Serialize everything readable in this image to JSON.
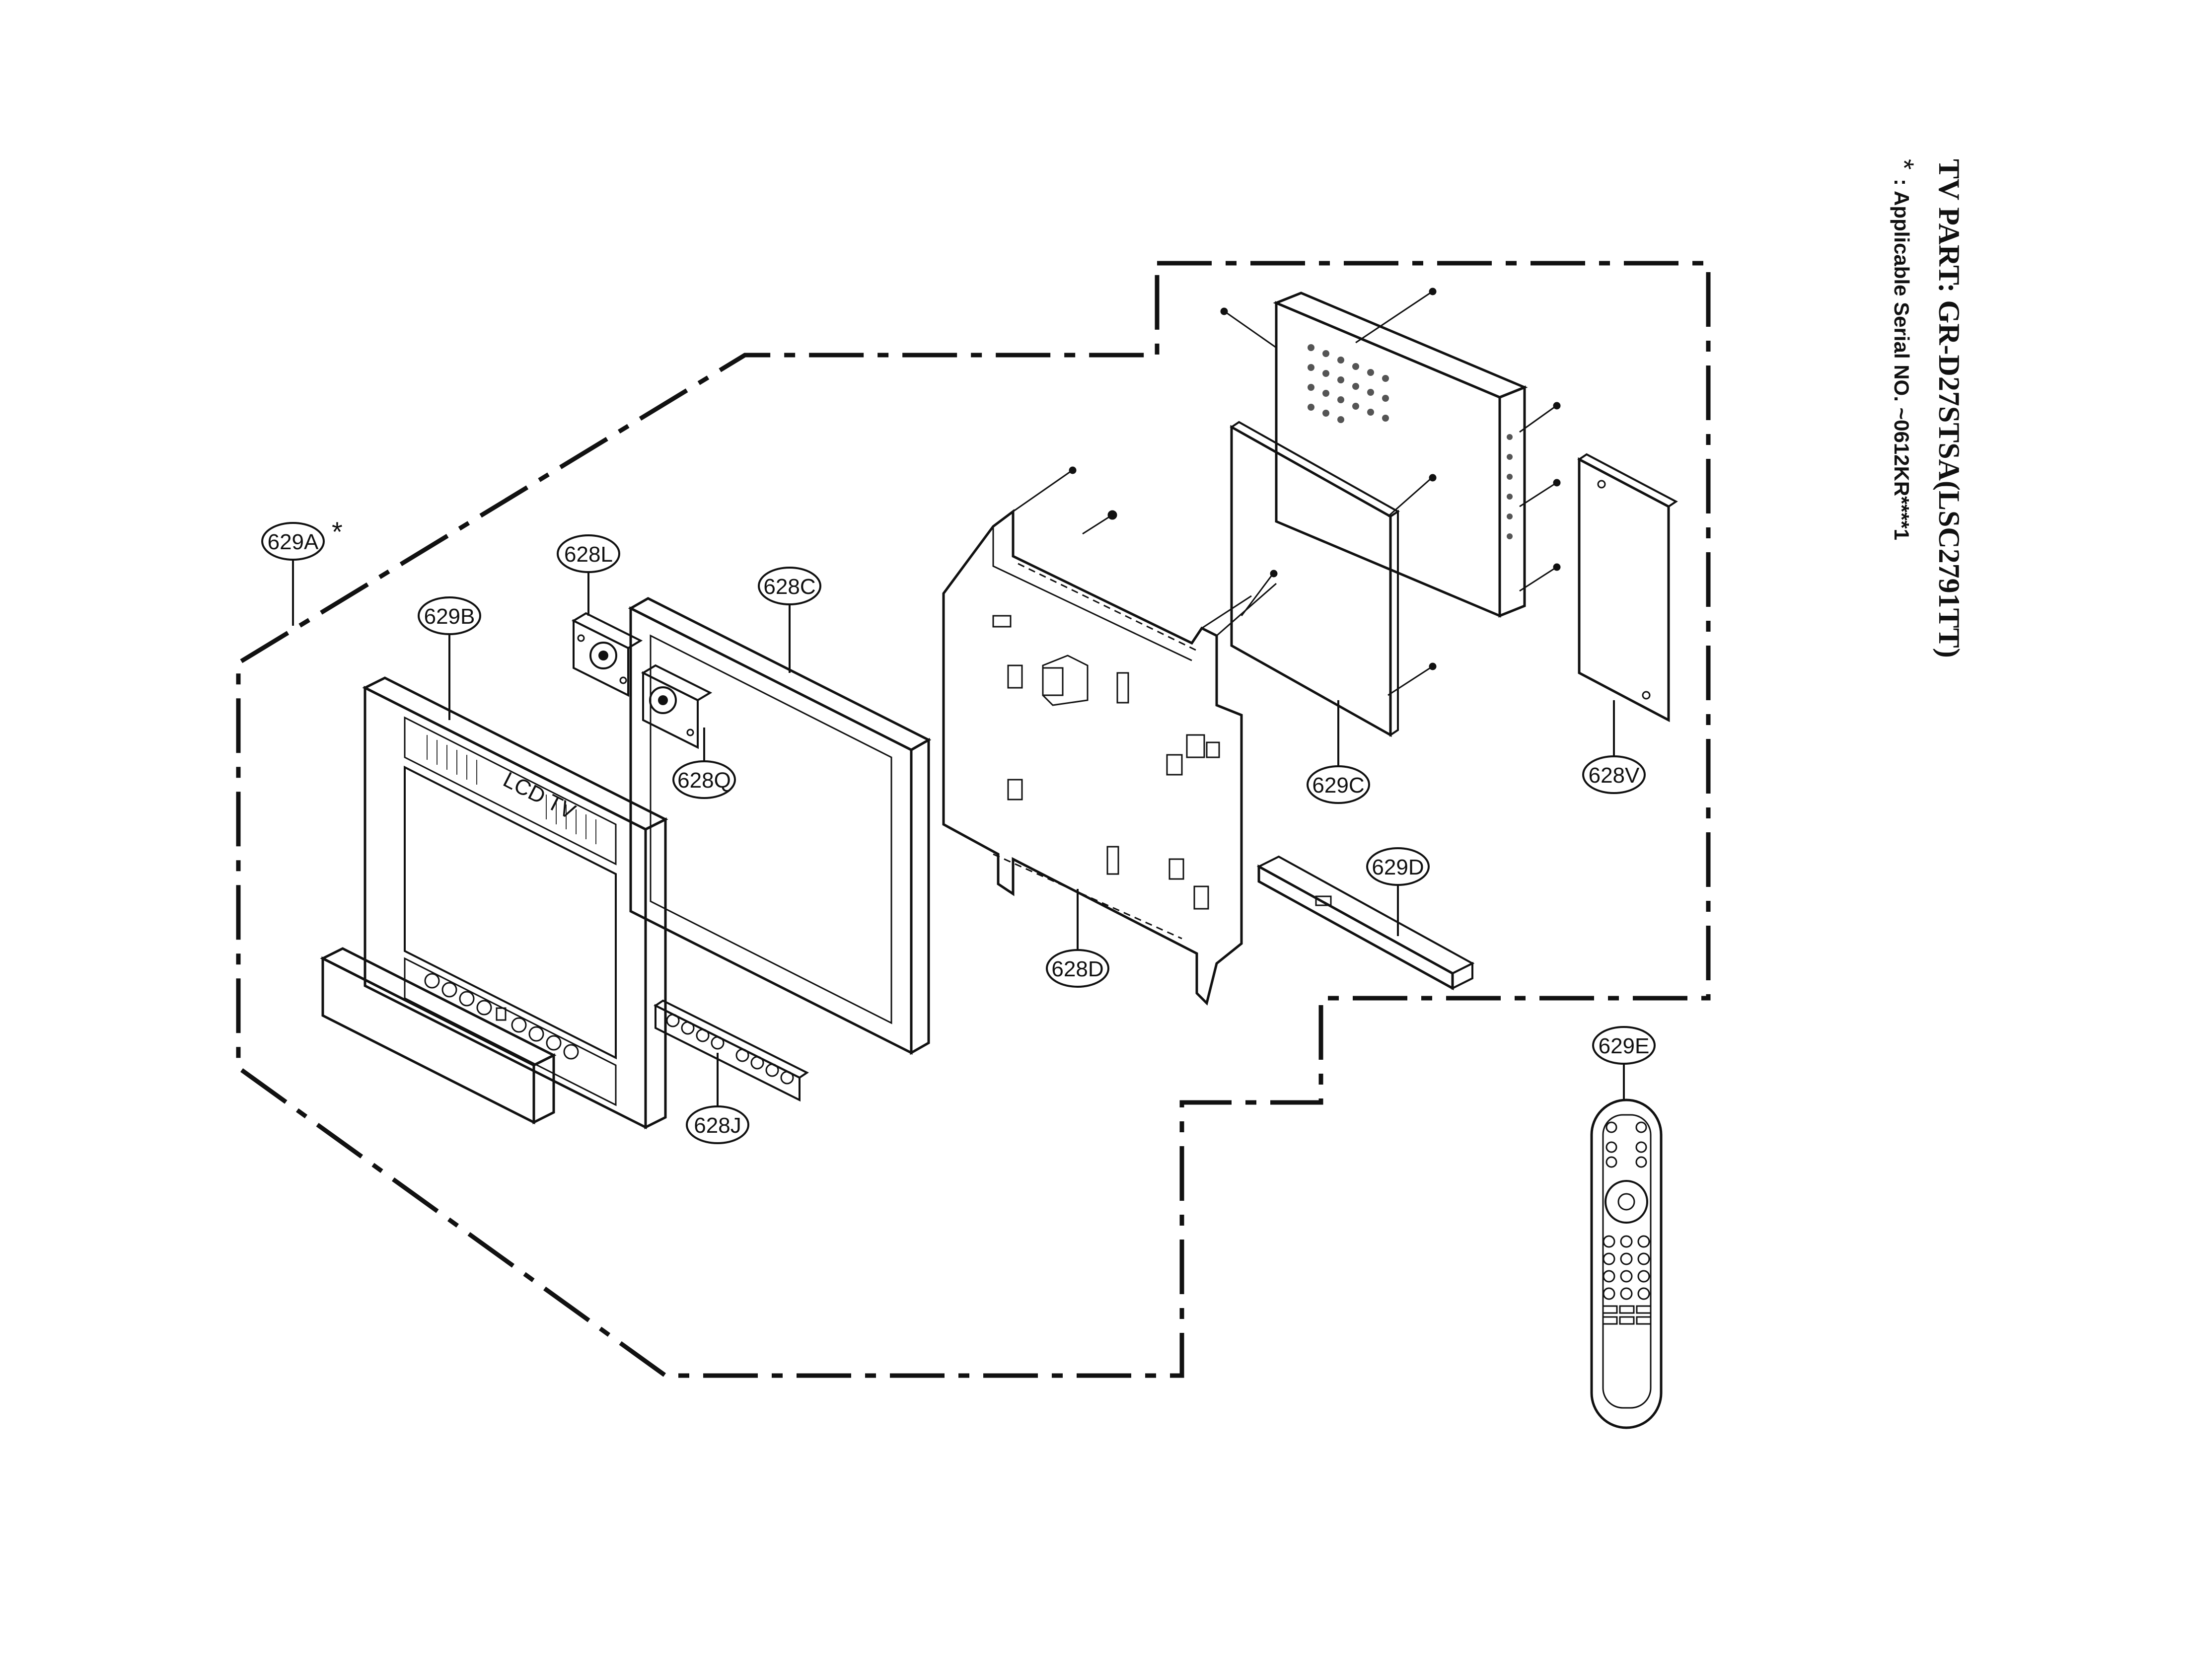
{
  "title": "TV PART: GR-D27STSA(LSC2791TT)",
  "note": ": Applicable Serial NO. ~0612KR****1",
  "note_marker": "*",
  "callouts": {
    "629A": "629A",
    "629A_marker": "*",
    "629B": "629B",
    "628L": "628L",
    "628C": "628C",
    "628Q": "628Q",
    "628J": "628J",
    "628D": "628D",
    "629C": "629C",
    "628V": "628V",
    "629D": "629D",
    "629E": "629E"
  },
  "logo_text": "LCD TV"
}
